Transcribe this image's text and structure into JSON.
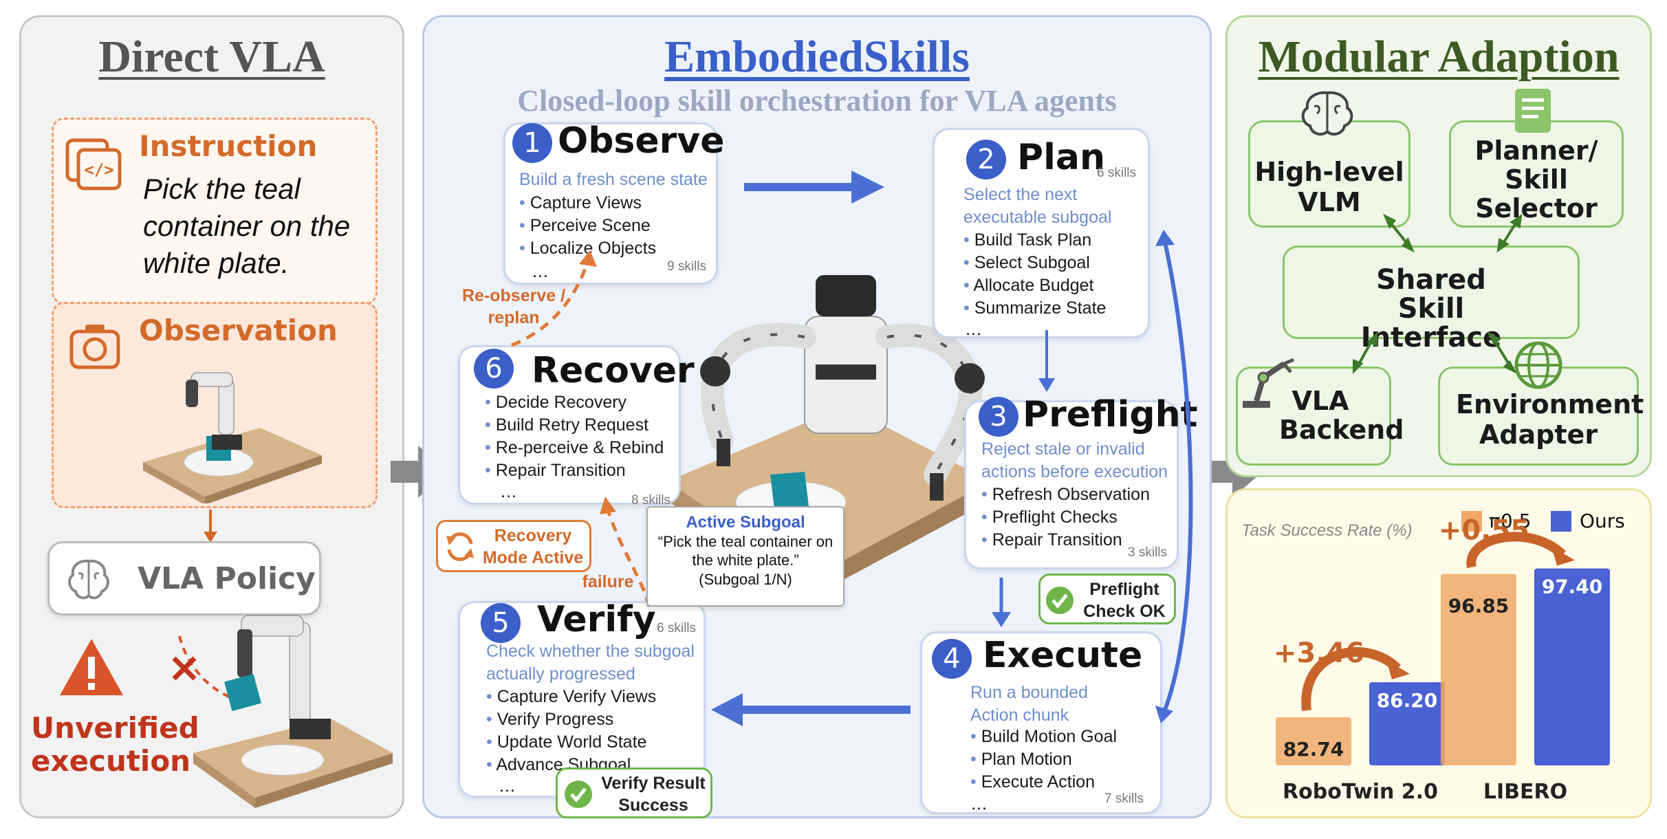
{
  "left": {
    "title": "Direct VLA",
    "instruction_label": "Instruction",
    "instruction_text": "Pick the teal container on the white plate.",
    "observation_label": "Observation",
    "policy_label": "VLA Policy",
    "unverified_label": "Unverified execution"
  },
  "center": {
    "title": "EmbodiedSkills",
    "subtitle": "Closed-loop skill orchestration for VLA agents",
    "steps": [
      {
        "num": "1",
        "title": "Observe",
        "sub": "Build a fresh scene state",
        "items": [
          "Capture Views",
          "Perceive Scene",
          "Localize Objects",
          "…"
        ],
        "count": "9 skills"
      },
      {
        "num": "2",
        "title": "Plan",
        "sub": "Select the next executable subgoal",
        "items": [
          "Build Task Plan",
          "Select Subgoal",
          "Allocate Budget",
          "Summarize State",
          "…"
        ],
        "count": "6 skills"
      },
      {
        "num": "3",
        "title": "Preflight",
        "sub": "Reject stale or invalid actions before execution",
        "items": [
          "Refresh Observation",
          "Preflight Checks",
          "Repair Transition"
        ],
        "count": "3 skills"
      },
      {
        "num": "4",
        "title": "Execute",
        "sub": "Run a bounded Action chunk",
        "items": [
          "Build Motion Goal",
          "Plan Motion",
          "Execute Action",
          "…"
        ],
        "count": "7 skills"
      },
      {
        "num": "5",
        "title": "Verify",
        "sub": "Check whether the subgoal actually progressed",
        "items": [
          "Capture Verify Views",
          "Verify Progress",
          "Update World State",
          "Advance Subgoal",
          "…"
        ],
        "count": "6 skills"
      },
      {
        "num": "6",
        "title": "Recover",
        "sub": "",
        "items": [
          "Decide Recovery",
          "Build Retry Request",
          "Re-perceive & Rebind",
          "Repair Transition",
          "…"
        ],
        "count": "8 skills"
      }
    ],
    "reobserve_label": "Re-observe / replan",
    "recovery_mode_label": "Recovery Mode Active",
    "failure_label": "failure",
    "active_subgoal_title": "Active Subgoal",
    "active_subgoal_text": "“Pick the teal container on the white plate.”",
    "active_subgoal_index": "(Subgoal 1/N)",
    "preflight_badge": "Preflight Check OK",
    "verify_badge": "Verify Result Success"
  },
  "right": {
    "title": "Modular Adaption",
    "modules": {
      "vlm": "High-level VLM",
      "planner": "Planner/ Skill Selector",
      "shared": "Shared Skill Interface",
      "backend": "VLA Backend",
      "env": "Environment Adapter"
    }
  },
  "chart_data": {
    "type": "bar",
    "title": "Task Success Rate (%)",
    "categories": [
      "RoboTwin 2.0",
      "LIBERO"
    ],
    "series": [
      {
        "name": "π0.5",
        "values": [
          82.74,
          96.85
        ],
        "color": "#f0a868"
      },
      {
        "name": "Ours",
        "values": [
          86.2,
          97.4
        ],
        "color": "#4a62d4"
      }
    ],
    "labels": [
      [
        "82.74",
        "86.20"
      ],
      [
        "96.85",
        "97.40"
      ]
    ],
    "deltas": [
      "+3.46",
      "+0.55"
    ],
    "legend": "top"
  },
  "colors": {
    "accent_blue": "#3a5fc9",
    "accent_orange": "#d46a2a",
    "accent_green": "#6fb54a",
    "warning_red": "#c0341c"
  },
  "icons": [
    "code-icon",
    "camera-icon",
    "brain-icon",
    "warning-icon",
    "robot-arm-icon",
    "globe-icon",
    "document-icon",
    "refresh-icon",
    "check-icon"
  ]
}
